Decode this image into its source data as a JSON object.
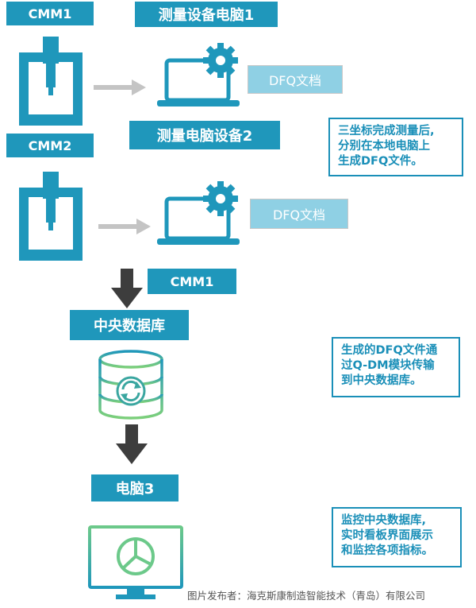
{
  "labels": {
    "cmm1_top": "CMM1",
    "pc1": "测量设备电脑1",
    "pc2": "测量电脑设备2",
    "cmm2": "CMM2",
    "cmm1_mid": "CMM1",
    "central_db": "中央数据库",
    "pc3": "电脑3"
  },
  "docs": {
    "dfq1": "DFQ文档",
    "dfq2": "DFQ文档"
  },
  "notes": {
    "note1": [
      "三坐标完成测量后,",
      "分别在本地电脑上",
      "生成DFQ文件。"
    ],
    "note2": [
      "生成的DFQ文件通",
      "过Q-DM模块传输",
      "到中央数据库。"
    ],
    "note3": [
      "监控中央数据库,",
      "实时看板界面展示",
      "和监控各项指标。"
    ]
  },
  "caption": "图片发布者：海克斯康制造智能技术（青岛）有限公司",
  "colors": {
    "primary_blue": "#1f97bb",
    "doc_fill": "#8fd0e4",
    "arrow_gray": "#c4c4c4",
    "dark_arrow": "#3d3d3d",
    "gradient_green": "#7ccf7b"
  },
  "icons": [
    "cmm-machine-icon",
    "laptop-gear-icon",
    "database-sync-icon",
    "monitor-pie-chart-icon",
    "down-arrow-icon",
    "right-arrow-icon"
  ]
}
